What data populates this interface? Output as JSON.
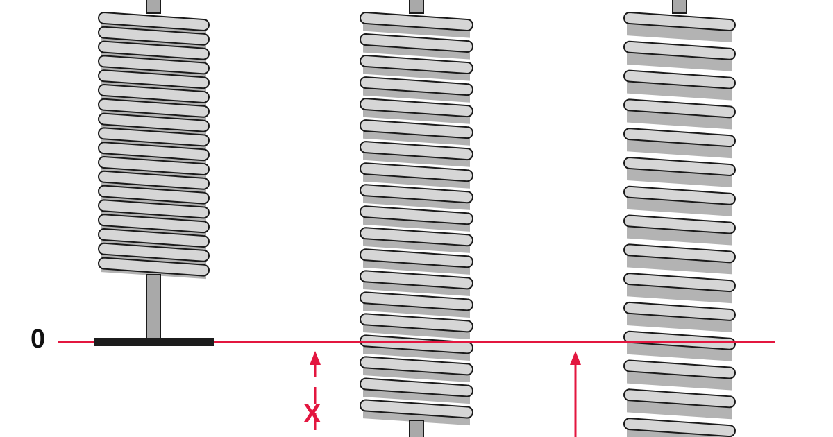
{
  "labels": {
    "zero": "0",
    "displacement": "X"
  },
  "colors": {
    "coil_fill": "#d6d6d6",
    "coil_inner": "#b3b3b3",
    "coil_stroke": "#1a1a1a",
    "rod_fill": "#a9a9a9",
    "base_plate": "#1c1c1c",
    "reference_line": "#e3163f",
    "arrow": "#e3163f",
    "text": "#111111"
  },
  "springs": [
    {
      "name": "spring-rest",
      "state": "relaxed"
    },
    {
      "name": "spring-moderate",
      "state": "stretched"
    },
    {
      "name": "spring-extended",
      "state": "stretched-more"
    }
  ]
}
